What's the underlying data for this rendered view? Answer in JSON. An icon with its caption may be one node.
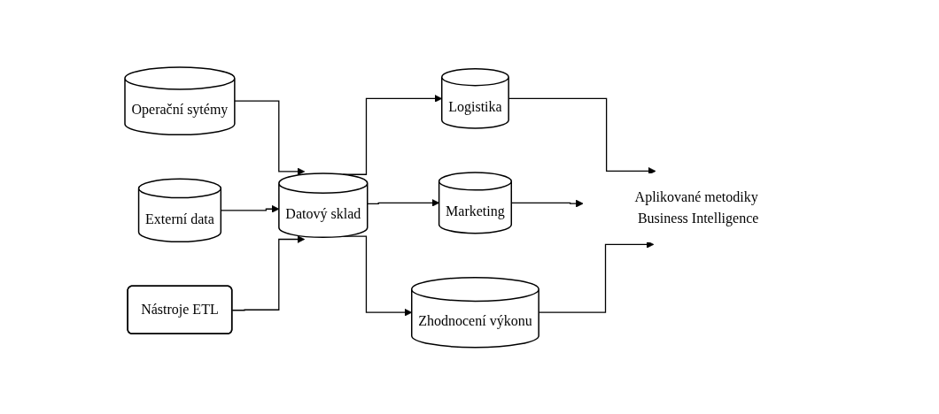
{
  "diagram": {
    "nodes": [
      {
        "text": [
          "Operační sytémy"
        ]
      },
      {
        "text": [
          "Externí data"
        ]
      },
      {
        "text": [
          "Nástroje ETL"
        ]
      },
      {
        "text": [
          "Datový sklad"
        ]
      },
      {
        "text": [
          "Logistika"
        ]
      },
      {
        "text": [
          "Marketing"
        ]
      },
      {
        "text": [
          "Zhodnocení výkonu"
        ]
      },
      {
        "text": [
          "Aplikované metodiky Business Intelligence"
        ]
      }
    ],
    "edges": [
      {
        "from": 0,
        "to": 3,
        "arrow": "to"
      },
      {
        "from": 1,
        "to": 3,
        "arrow": "to"
      },
      {
        "from": 2,
        "to": 3,
        "arrow": "to"
      },
      {
        "from": 3,
        "to": 4,
        "arrow": "to"
      },
      {
        "from": 3,
        "to": 5,
        "arrow": "to"
      },
      {
        "from": 3,
        "to": 6,
        "arrow": "to"
      },
      {
        "from": 4,
        "to": 7,
        "arrow": "to"
      },
      {
        "from": 5,
        "to": 7,
        "arrow": "to"
      },
      {
        "from": 6,
        "to": 7,
        "arrow": "to"
      }
    ]
  }
}
